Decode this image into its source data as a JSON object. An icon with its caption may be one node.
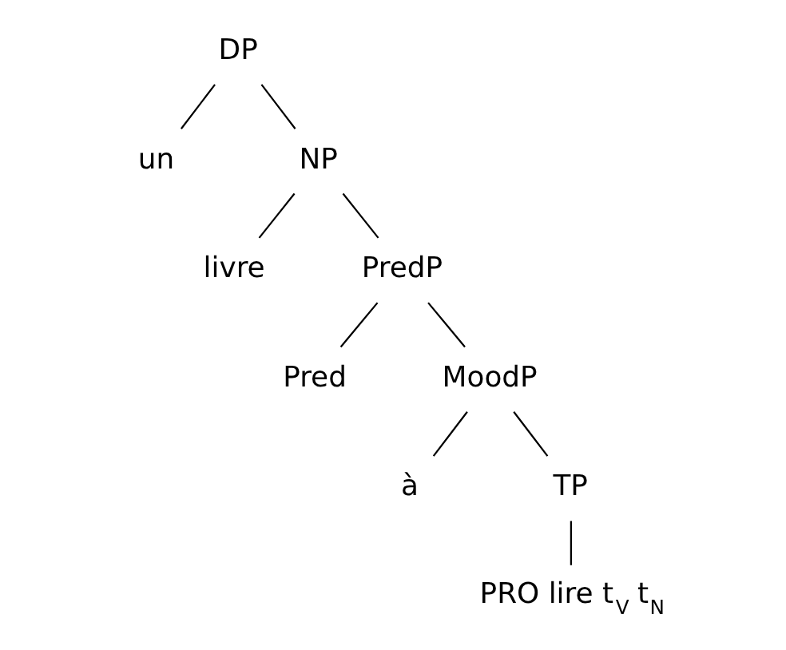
{
  "diagram": {
    "nodes": [
      {
        "text": [
          "DP"
        ]
      },
      {
        "text": [
          "un"
        ]
      },
      {
        "text": [
          "NP"
        ]
      },
      {
        "text": [
          "livre"
        ]
      },
      {
        "text": [
          "PredP"
        ]
      },
      {
        "text": [
          "Pred"
        ]
      },
      {
        "text": [
          "MoodP"
        ]
      },
      {
        "text": [
          "à"
        ]
      },
      {
        "text": [
          "TP"
        ]
      },
      {
        "text": [
          "PRO lire t$_{V}$ t$_{N}$"
        ]
      }
    ],
    "edges": [
      {
        "from": 0,
        "to": 1,
        "arrow": "none"
      },
      {
        "from": 0,
        "to": 2,
        "arrow": "none"
      },
      {
        "from": 2,
        "to": 3,
        "arrow": "none"
      },
      {
        "from": 2,
        "to": 4,
        "arrow": "none"
      },
      {
        "from": 4,
        "to": 5,
        "arrow": "none"
      },
      {
        "from": 4,
        "to": 6,
        "arrow": "none"
      },
      {
        "from": 6,
        "to": 7,
        "arrow": "none"
      },
      {
        "from": 6,
        "to": 8,
        "arrow": "none"
      },
      {
        "from": 8,
        "to": 9,
        "arrow": "none"
      }
    ]
  }
}
